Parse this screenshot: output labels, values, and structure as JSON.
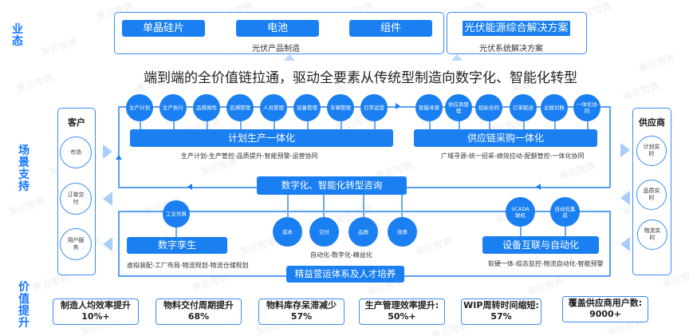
{
  "side_labels": {
    "business": "业态",
    "scenario": "场景支持",
    "value": "价值提升"
  },
  "business": {
    "products": [
      "单晶硅片",
      "电池",
      "组件"
    ],
    "products_caption": "光伏产品制造",
    "solution": "光伏能源综合解决方案",
    "solution_caption": "光伏系统解决方案"
  },
  "headline": "端到端的全价值链拉通，驱动全要素从传统型制造向数字化、智能化转型",
  "customer": {
    "title": "客户",
    "items": [
      "市场",
      "订单交付",
      "用户服务"
    ]
  },
  "supplier": {
    "title": "供应商",
    "items": [
      "计划实时",
      "品质实时",
      "物流实时"
    ]
  },
  "production": {
    "circles": [
      "生产计划",
      "生产执行",
      "品质刚性",
      "追溯管理",
      "人员管理",
      "设备管理",
      "车辆管理",
      "日常运营"
    ],
    "title": "计划生产一体化",
    "caption": "生产计划-生产管控-品质提升-智能预警-运营协同"
  },
  "supply_chain": {
    "circles": [
      "智能寻源",
      "供应商管理",
      "招标合同",
      "订单配送",
      "业财对账",
      "一体化协同"
    ],
    "title": "供应链采购一体化",
    "caption": "广域寻源-统一招采-绩效拉动-配额管控-一体化协同"
  },
  "consulting": {
    "title": "数字化、智能化转型咨询",
    "circles": [
      "成本",
      "交付",
      "品质",
      "效率"
    ],
    "caption": "自动化-数字化-精益化"
  },
  "digital_twin": {
    "circle": "工业仿真",
    "title": "数字孪生",
    "caption": "虚拟装配-工厂布局-物流规划-物流仓储规划"
  },
  "equipment": {
    "circles": [
      "SCADA联机",
      "自动化集成"
    ],
    "title": "设备互联与自动化",
    "caption": "软硬一体-组态监控-物流自动化-智能预警"
  },
  "lean": {
    "title": "精益营运体系及人才培养"
  },
  "metrics": [
    {
      "label": "制造人均效率提升",
      "value": "10%+"
    },
    {
      "label": "物料交付周期提升",
      "value": "68%"
    },
    {
      "label": "物料库存呆滞减少",
      "value": "57%"
    },
    {
      "label": "生产管理效率提升:",
      "value": "50%+"
    },
    {
      "label": "WIP周转时间缩短:",
      "value": "57%"
    },
    {
      "label": "覆盖供应商用户数:",
      "value": "9000+"
    }
  ],
  "watermark": "美云智数",
  "colors": {
    "primary": "#1a7ff0",
    "outline": "#3a8ef6",
    "label": "#1677ff",
    "arrow_light": "#a9cdf8"
  }
}
